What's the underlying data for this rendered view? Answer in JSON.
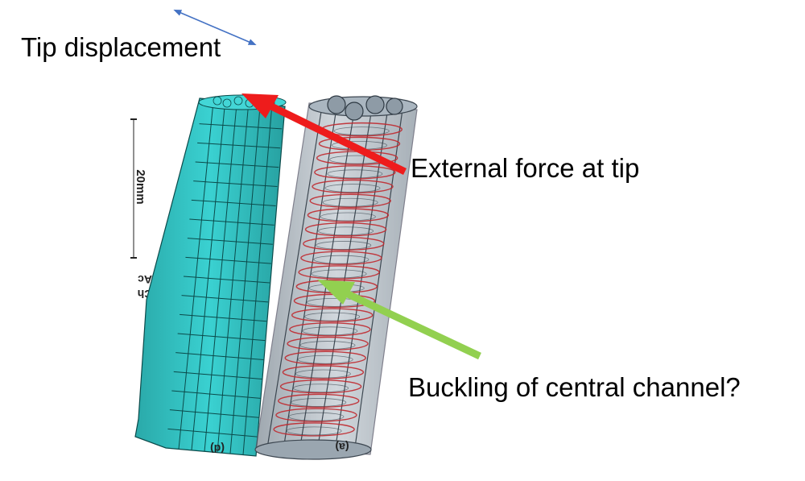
{
  "labels": {
    "tip_displacement": "Tip displacement",
    "external_force": "External force at tip",
    "buckling": "Buckling of central channel?"
  },
  "figure": {
    "scale_bar_text": "20mm",
    "panel_left_tag": "(d)",
    "panel_right_tag": "(a)",
    "side_text_1": "Ac",
    "side_text_2": "Ch"
  },
  "colors": {
    "mesh_fill": "#33c2c2",
    "mesh_line": "#0b4a4a",
    "tube_fill": "#9aa7b2",
    "helix": "#c0282d",
    "force_arrow": "#ee1c1c",
    "buckling_arrow": "#92d050",
    "displacement_arrow": "#4472c4"
  }
}
